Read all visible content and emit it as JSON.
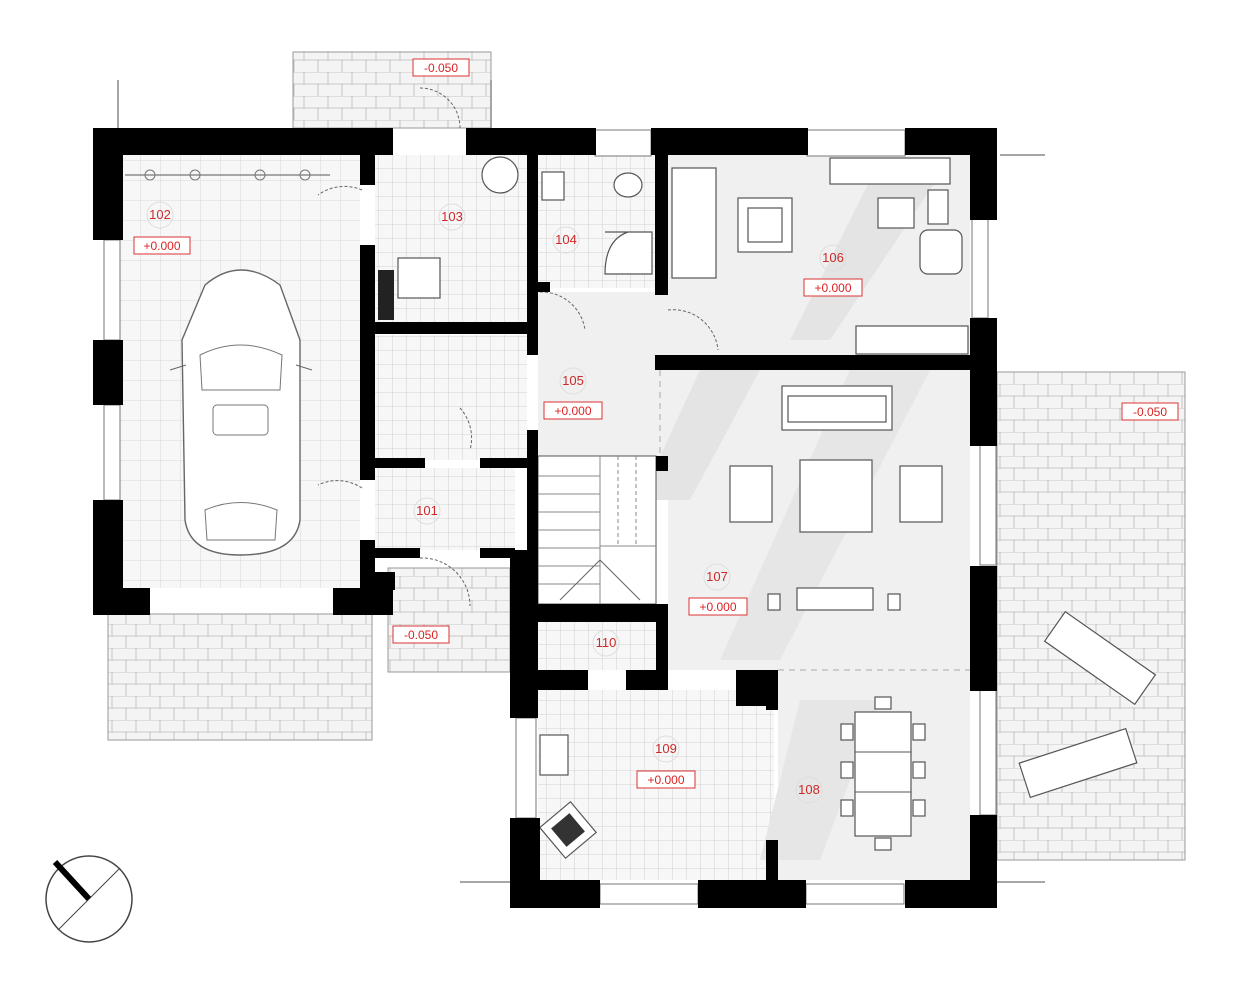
{
  "rooms": [
    {
      "id": "102",
      "number": "102",
      "level": "+0.000"
    },
    {
      "id": "103",
      "number": "103",
      "level": ""
    },
    {
      "id": "104",
      "number": "104",
      "level": ""
    },
    {
      "id": "106",
      "number": "106",
      "level": "+0.000"
    },
    {
      "id": "105",
      "number": "105",
      "level": "+0.000"
    },
    {
      "id": "101",
      "number": "101",
      "level": ""
    },
    {
      "id": "107",
      "number": "107",
      "level": "+0.000"
    },
    {
      "id": "110",
      "number": "110",
      "level": ""
    },
    {
      "id": "109",
      "number": "109",
      "level": "+0.000"
    },
    {
      "id": "108",
      "number": "108",
      "level": ""
    }
  ],
  "outdoor_levels": {
    "porch_top": "-0.050",
    "terrace_right": "-0.050",
    "entry_bottom": "-0.050"
  },
  "colors": {
    "wall": "#000000",
    "label_red": "#cc2a2a",
    "floor_light": "#f2f2f2",
    "paving": "#f3f3f3"
  },
  "icons": [
    "north-compass-icon",
    "car-icon",
    "stair-icon"
  ]
}
